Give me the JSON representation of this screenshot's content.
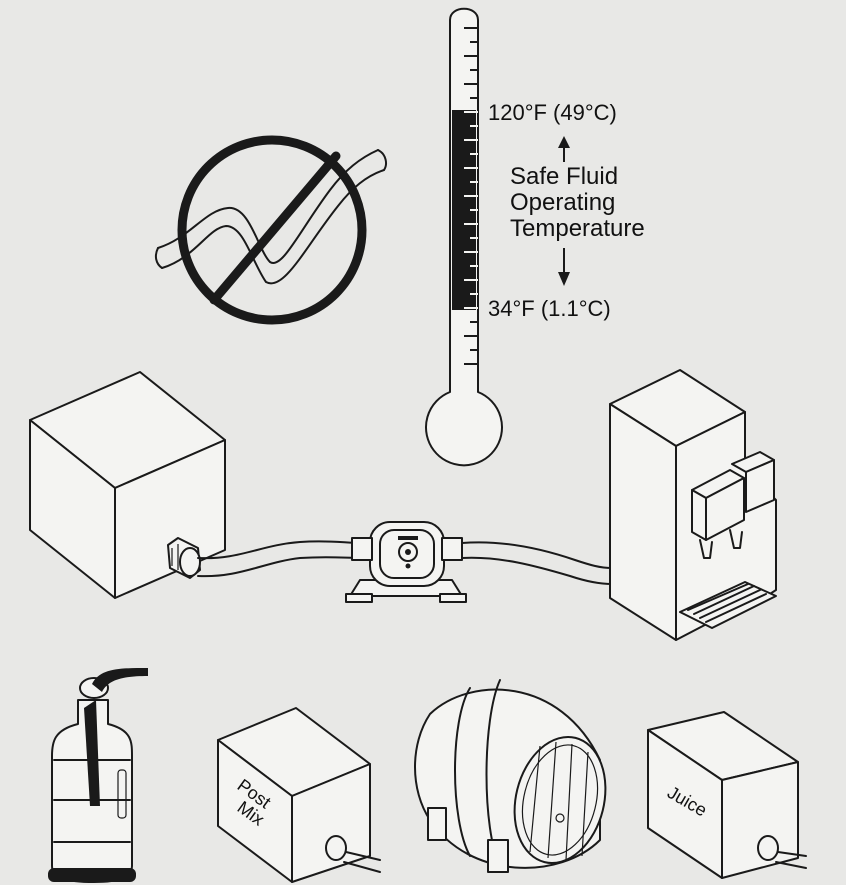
{
  "thermometer": {
    "upper_label": "120°F (49°C)",
    "lower_label": "34°F (1.1°C)",
    "range_label_lines": [
      "Safe Fluid",
      "Operating",
      "Temperature"
    ]
  },
  "containers": {
    "post_mix_label_lines": [
      "Post",
      "Mix"
    ],
    "juice_label": "Juice"
  },
  "icons": [
    "no-kinked-hose-icon",
    "thermometer-icon",
    "bag-in-box-icon",
    "pump-icon",
    "beverage-dispenser-icon",
    "water-bottle-icon",
    "post-mix-box-icon",
    "barrel-icon",
    "juice-box-icon"
  ],
  "colors": {
    "background": "#e8e8e6",
    "ink": "#1a1a1a",
    "safe_range": "#1a1a1a"
  }
}
